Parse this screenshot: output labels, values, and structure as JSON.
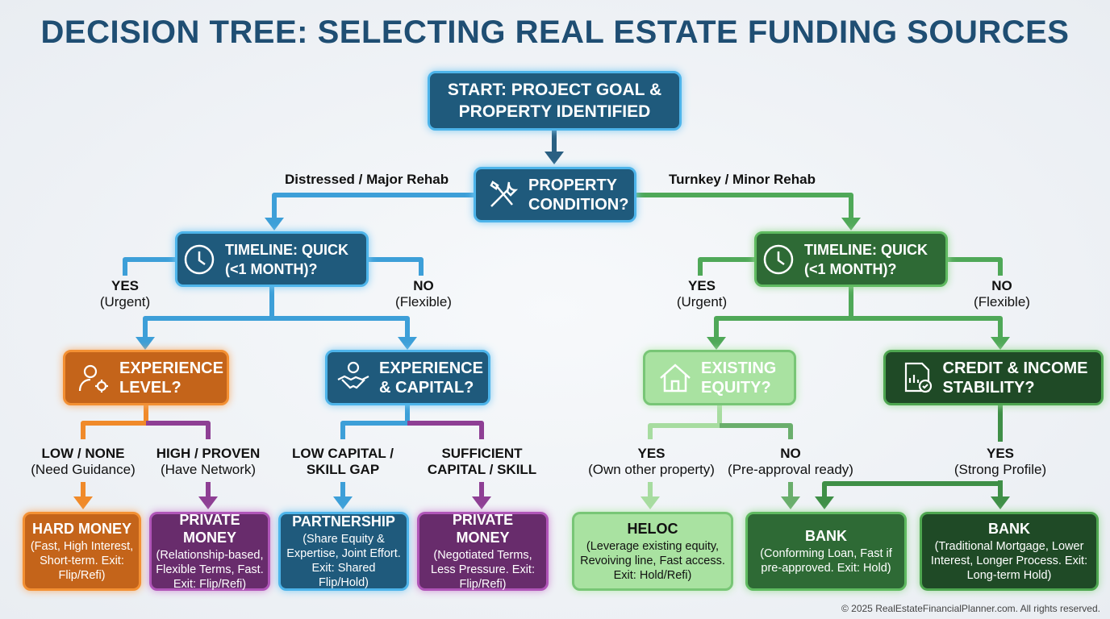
{
  "title": "DECISION TREE: SELECTING REAL ESTATE FUNDING SOURCES",
  "start": "START: PROJECT GOAL & PROPERTY IDENTIFIED",
  "property": "PROPERTY CONDITION?",
  "edges": {
    "left": "Distressed / Major Rehab",
    "right": "Turnkey / Minor Rehab"
  },
  "timeline_left": {
    "q": "TIMELINE: QUICK (<1 MONTH)?",
    "yes": "YES",
    "yes_sub": "(Urgent)",
    "no": "NO",
    "no_sub": "(Flexible)"
  },
  "timeline_right": {
    "q": "TIMELINE: QUICK (<1 MONTH)?",
    "yes": "YES",
    "yes_sub": "(Urgent)",
    "no": "NO",
    "no_sub": "(Flexible)"
  },
  "experience": {
    "q": "EXPERIENCE LEVEL?",
    "low": "LOW / NONE",
    "low_sub": "(Need Guidance)",
    "high": "HIGH / PROVEN",
    "high_sub": "(Have Network)"
  },
  "exp_capital": {
    "q": "EXPERIENCE & CAPITAL?",
    "low": "LOW CAPITAL / SKILL GAP",
    "high": "SUFFICIENT CAPITAL / SKILL"
  },
  "equity": {
    "q": "EXISTING EQUITY?",
    "yes": "YES",
    "yes_sub": "(Own other property)",
    "no": "NO",
    "no_sub": "(Pre-approval ready)"
  },
  "credit": {
    "q": "CREDIT & INCOME STABILITY?",
    "yes": "YES",
    "yes_sub": "(Strong Profile)"
  },
  "leaves": [
    {
      "title": "HARD MONEY",
      "desc": "(Fast, High Interest, Short-term. Exit: Flip/Refi)"
    },
    {
      "title": "PRIVATE MONEY",
      "desc": "(Relationship-based, Flexible Terms, Fast. Exit: Flip/Refi)"
    },
    {
      "title": "PARTNERSHIP",
      "desc": "(Share Equity & Expertise, Joint Effort. Exit: Shared Flip/Hold)"
    },
    {
      "title": "PRIVATE MONEY",
      "desc": "(Negotiated Terms, Less Pressure. Exit: Flip/Refi)"
    },
    {
      "title": "HELOC",
      "desc": "(Leverage existing equity, Revoiving line, Fast access. Exit: Hold/Refi)"
    },
    {
      "title": "BANK",
      "desc": "(Conforming Loan, Fast if pre-approved. Exit: Hold)"
    },
    {
      "title": "BANK",
      "desc": "(Traditional Mortgage, Lower Interest, Longer Process. Exit: Long-term Hold)"
    }
  ],
  "copyright": "© 2025 RealEstateFinancialPlanner.com. All rights reserved."
}
